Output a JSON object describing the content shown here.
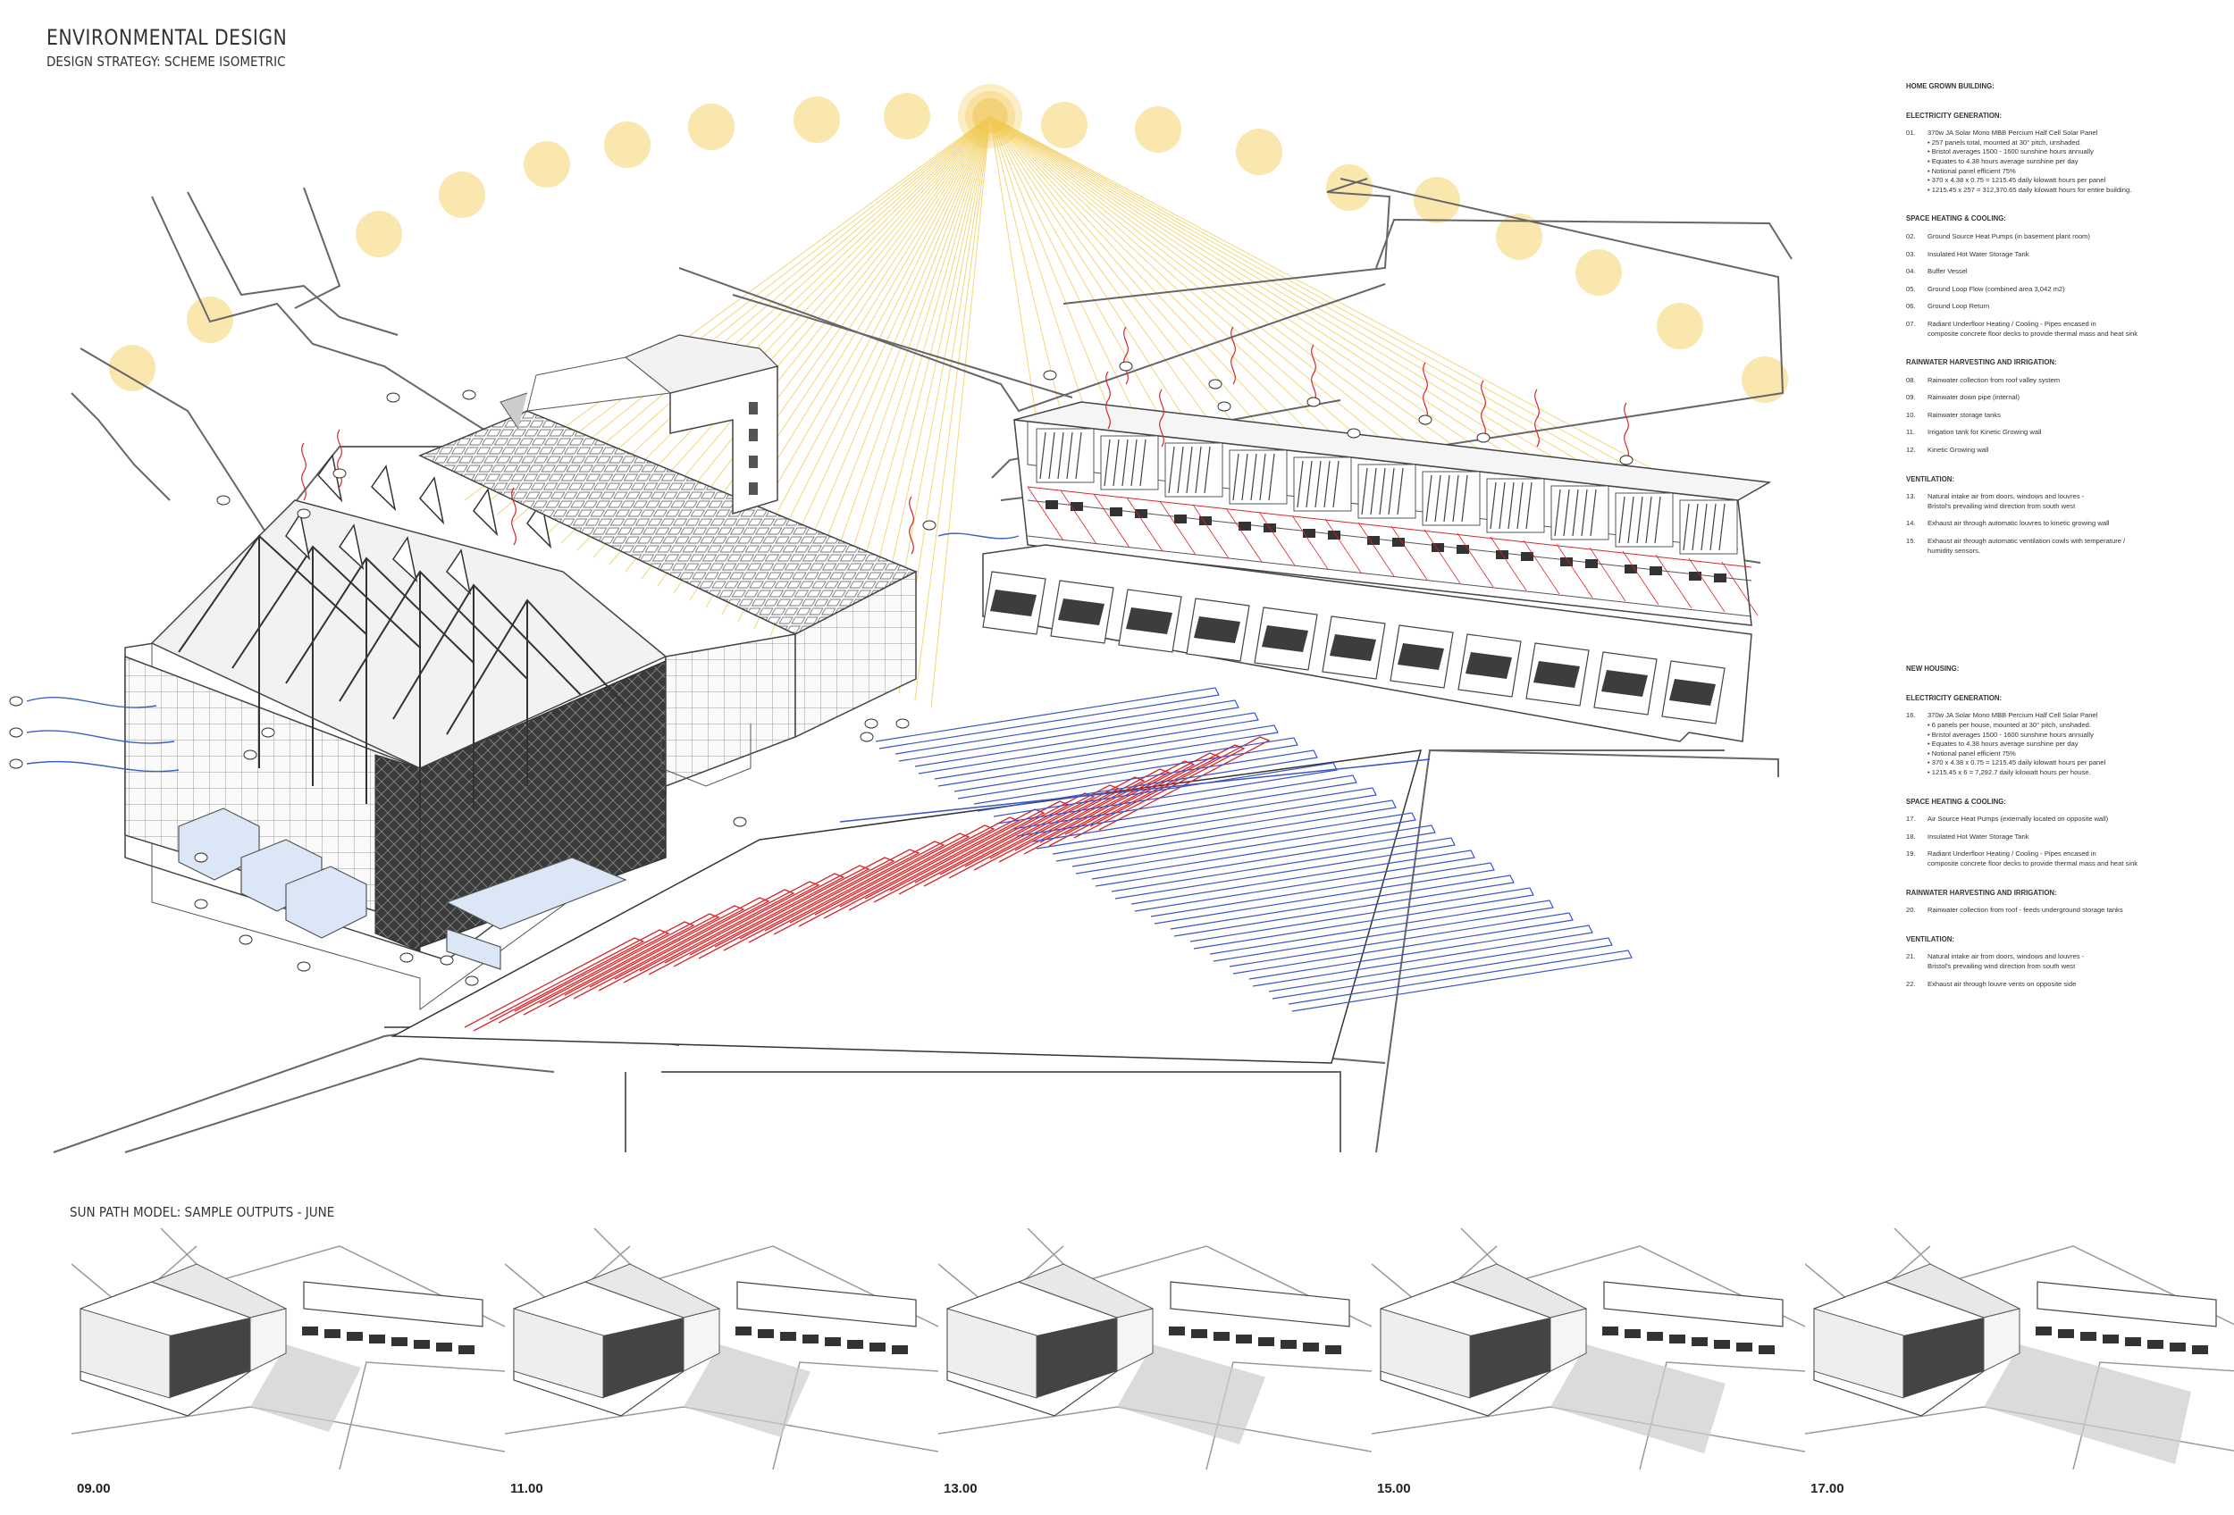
{
  "header": {
    "title": "ENVIRONMENTAL DESIGN",
    "subtitle": "DESIGN STRATEGY: SCHEME ISOMETRIC"
  },
  "colors": {
    "sun": "#f3d27a",
    "heating_red": "#d9262a",
    "cooling_blue": "#3a55c4",
    "line_gray": "#555555",
    "dark_facade": "#3b3b3b"
  },
  "notes": {
    "home_grown_heading": "HOME GROWN BUILDING:",
    "home_grown": [
      {
        "heading": "ELECTRICITY GENERATION:",
        "items": [
          {
            "num": "01.",
            "text": "370w JA Solar Mono MBB Percium Half Cell Solar Panel\n• 257 panels total, mounted at 30° pitch, unshaded.\n• Bristol averages 1500 - 1600 sunshine hours annually\n• Equates to 4.38 hours average sunshine per day\n• Notional panel efficient 75%\n• 370 x 4.38 x 0.75 = 1215.45 daily kilowatt hours per panel\n• 1215.45 x 257 = 312,370.65 daily kilowatt hours for entire building."
          }
        ]
      },
      {
        "heading": "SPACE HEATING & COOLING:",
        "items": [
          {
            "num": "02.",
            "text": "Ground Source Heat Pumps (in basement plant room)"
          },
          {
            "num": "03.",
            "text": "Insulated Hot Water Storage Tank"
          },
          {
            "num": "04.",
            "text": "Buffer Vessel"
          },
          {
            "num": "05.",
            "text": "Ground Loop Flow (combined area 3,042 m2)"
          },
          {
            "num": "06.",
            "text": "Ground Loop Return"
          },
          {
            "num": "07.",
            "text": "Radiant Underfloor Heating / Cooling - Pipes encased in\ncomposite concrete floor decks to provide thermal mass and heat sink"
          }
        ]
      },
      {
        "heading": "RAINWATER HARVESTING AND IRRIGATION:",
        "items": [
          {
            "num": "08.",
            "text": "Rainwater collection from roof valley system"
          },
          {
            "num": "09.",
            "text": "Rainwater down pipe (internal)"
          },
          {
            "num": "10.",
            "text": "Rainwater storage tanks"
          },
          {
            "num": "11.",
            "text": "Irrigation tank for Kinetic Growing wall"
          },
          {
            "num": "12.",
            "text": "Kinetic Growing wall"
          }
        ]
      },
      {
        "heading": "VENTILATION:",
        "items": [
          {
            "num": "13.",
            "text": "Natural intake air from doors, windows and louvres -\nBristol's prevailing wind direction from south west"
          },
          {
            "num": "14.",
            "text": "Exhaust air through automatic louvres to kinetic growing wall"
          },
          {
            "num": "15.",
            "text": "Exhaust air through automatic ventilation cowls with temperature /\nhumidity sensors."
          }
        ]
      }
    ],
    "new_housing_heading": "NEW HOUSING:",
    "new_housing": [
      {
        "heading": "ELECTRICITY GENERATION:",
        "items": [
          {
            "num": "16.",
            "text": "370w JA Solar Mono MBB Percium Half Cell Solar Panel\n• 6 panels per house, mounted at 30° pitch, unshaded.\n• Bristol averages 1500 - 1600 sunshine hours annually\n• Equates to 4.38 hours average sunshine per day\n• Notional panel efficient 75%\n• 370 x 4.38 x 0.75 = 1215.45 daily kilowatt hours per panel\n• 1215.45 x 6 = 7,292.7 daily kilowatt hours per house."
          }
        ]
      },
      {
        "heading": "SPACE HEATING & COOLING:",
        "items": [
          {
            "num": "17.",
            "text": "Air Source Heat Pumps (externally located on opposite wall)"
          },
          {
            "num": "18.",
            "text": "Insulated Hot Water Storage Tank"
          },
          {
            "num": "19.",
            "text": "Radiant Underfloor Heating / Cooling - Pipes encased in\ncomposite concrete floor decks to provide thermal mass and heat sink"
          }
        ]
      },
      {
        "heading": "RAINWATER HARVESTING AND IRRIGATION:",
        "items": [
          {
            "num": "20.",
            "text": "Rainwater collection from roof - feeds underground storage tanks"
          }
        ]
      },
      {
        "heading": "VENTILATION:",
        "items": [
          {
            "num": "21.",
            "text": "Natural intake air from doors, windows and louvres -\nBristol's prevailing wind direction from south west"
          },
          {
            "num": "22.",
            "text": "Exhaust air through louvre vents on opposite side"
          }
        ]
      }
    ]
  },
  "sun_path": {
    "title": "SUN PATH MODEL: SAMPLE OUTPUTS - JUNE",
    "times": [
      "09.00",
      "11.00",
      "13.00",
      "15.00",
      "17.00"
    ]
  }
}
